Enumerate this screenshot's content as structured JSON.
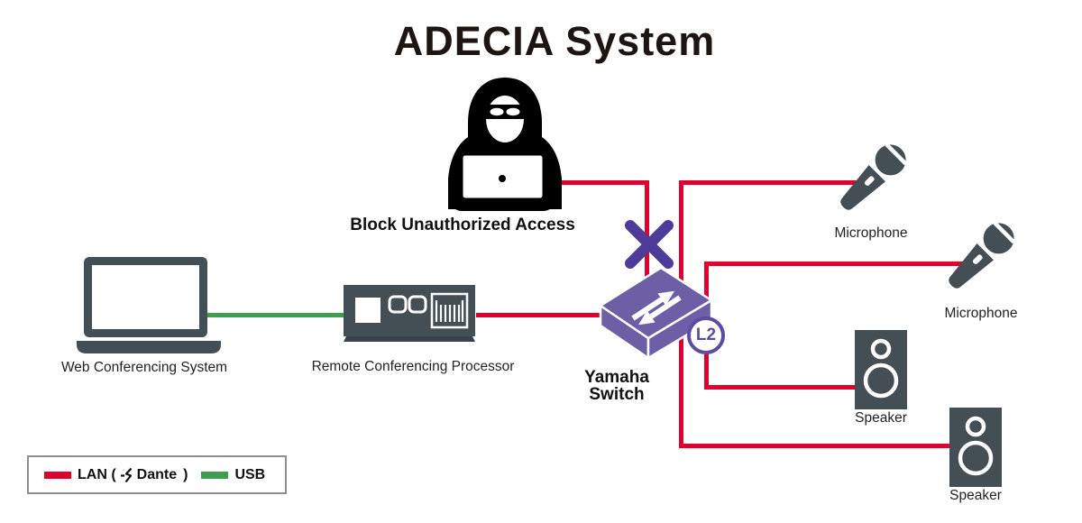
{
  "title": "ADECIA System",
  "annotation": {
    "block_label": "Block Unauthorized Access"
  },
  "nodes": {
    "web_conferencing": {
      "label": "Web Conferencing System"
    },
    "processor": {
      "label": "Remote Conferencing Processor"
    },
    "yamaha_switch": {
      "label_line1": "Yamaha",
      "label_line2": "Switch",
      "badge": "L2"
    },
    "microphone_1": {
      "label": "Microphone"
    },
    "microphone_2": {
      "label": "Microphone"
    },
    "speaker_1": {
      "label": "Speaker"
    },
    "speaker_2": {
      "label": "Speaker"
    }
  },
  "legend": {
    "lan_prefix": "LAN (",
    "lan_brand": "Dante",
    "lan_suffix": ")",
    "usb": "USB"
  },
  "colors": {
    "lan_red": "#e00030",
    "usb_green": "#3c9e4e",
    "switch_purple": "#6c5fa5",
    "x_purple": "#4e3b97",
    "badge_purple": "#5c4da0",
    "device_gray": "#444e55"
  }
}
